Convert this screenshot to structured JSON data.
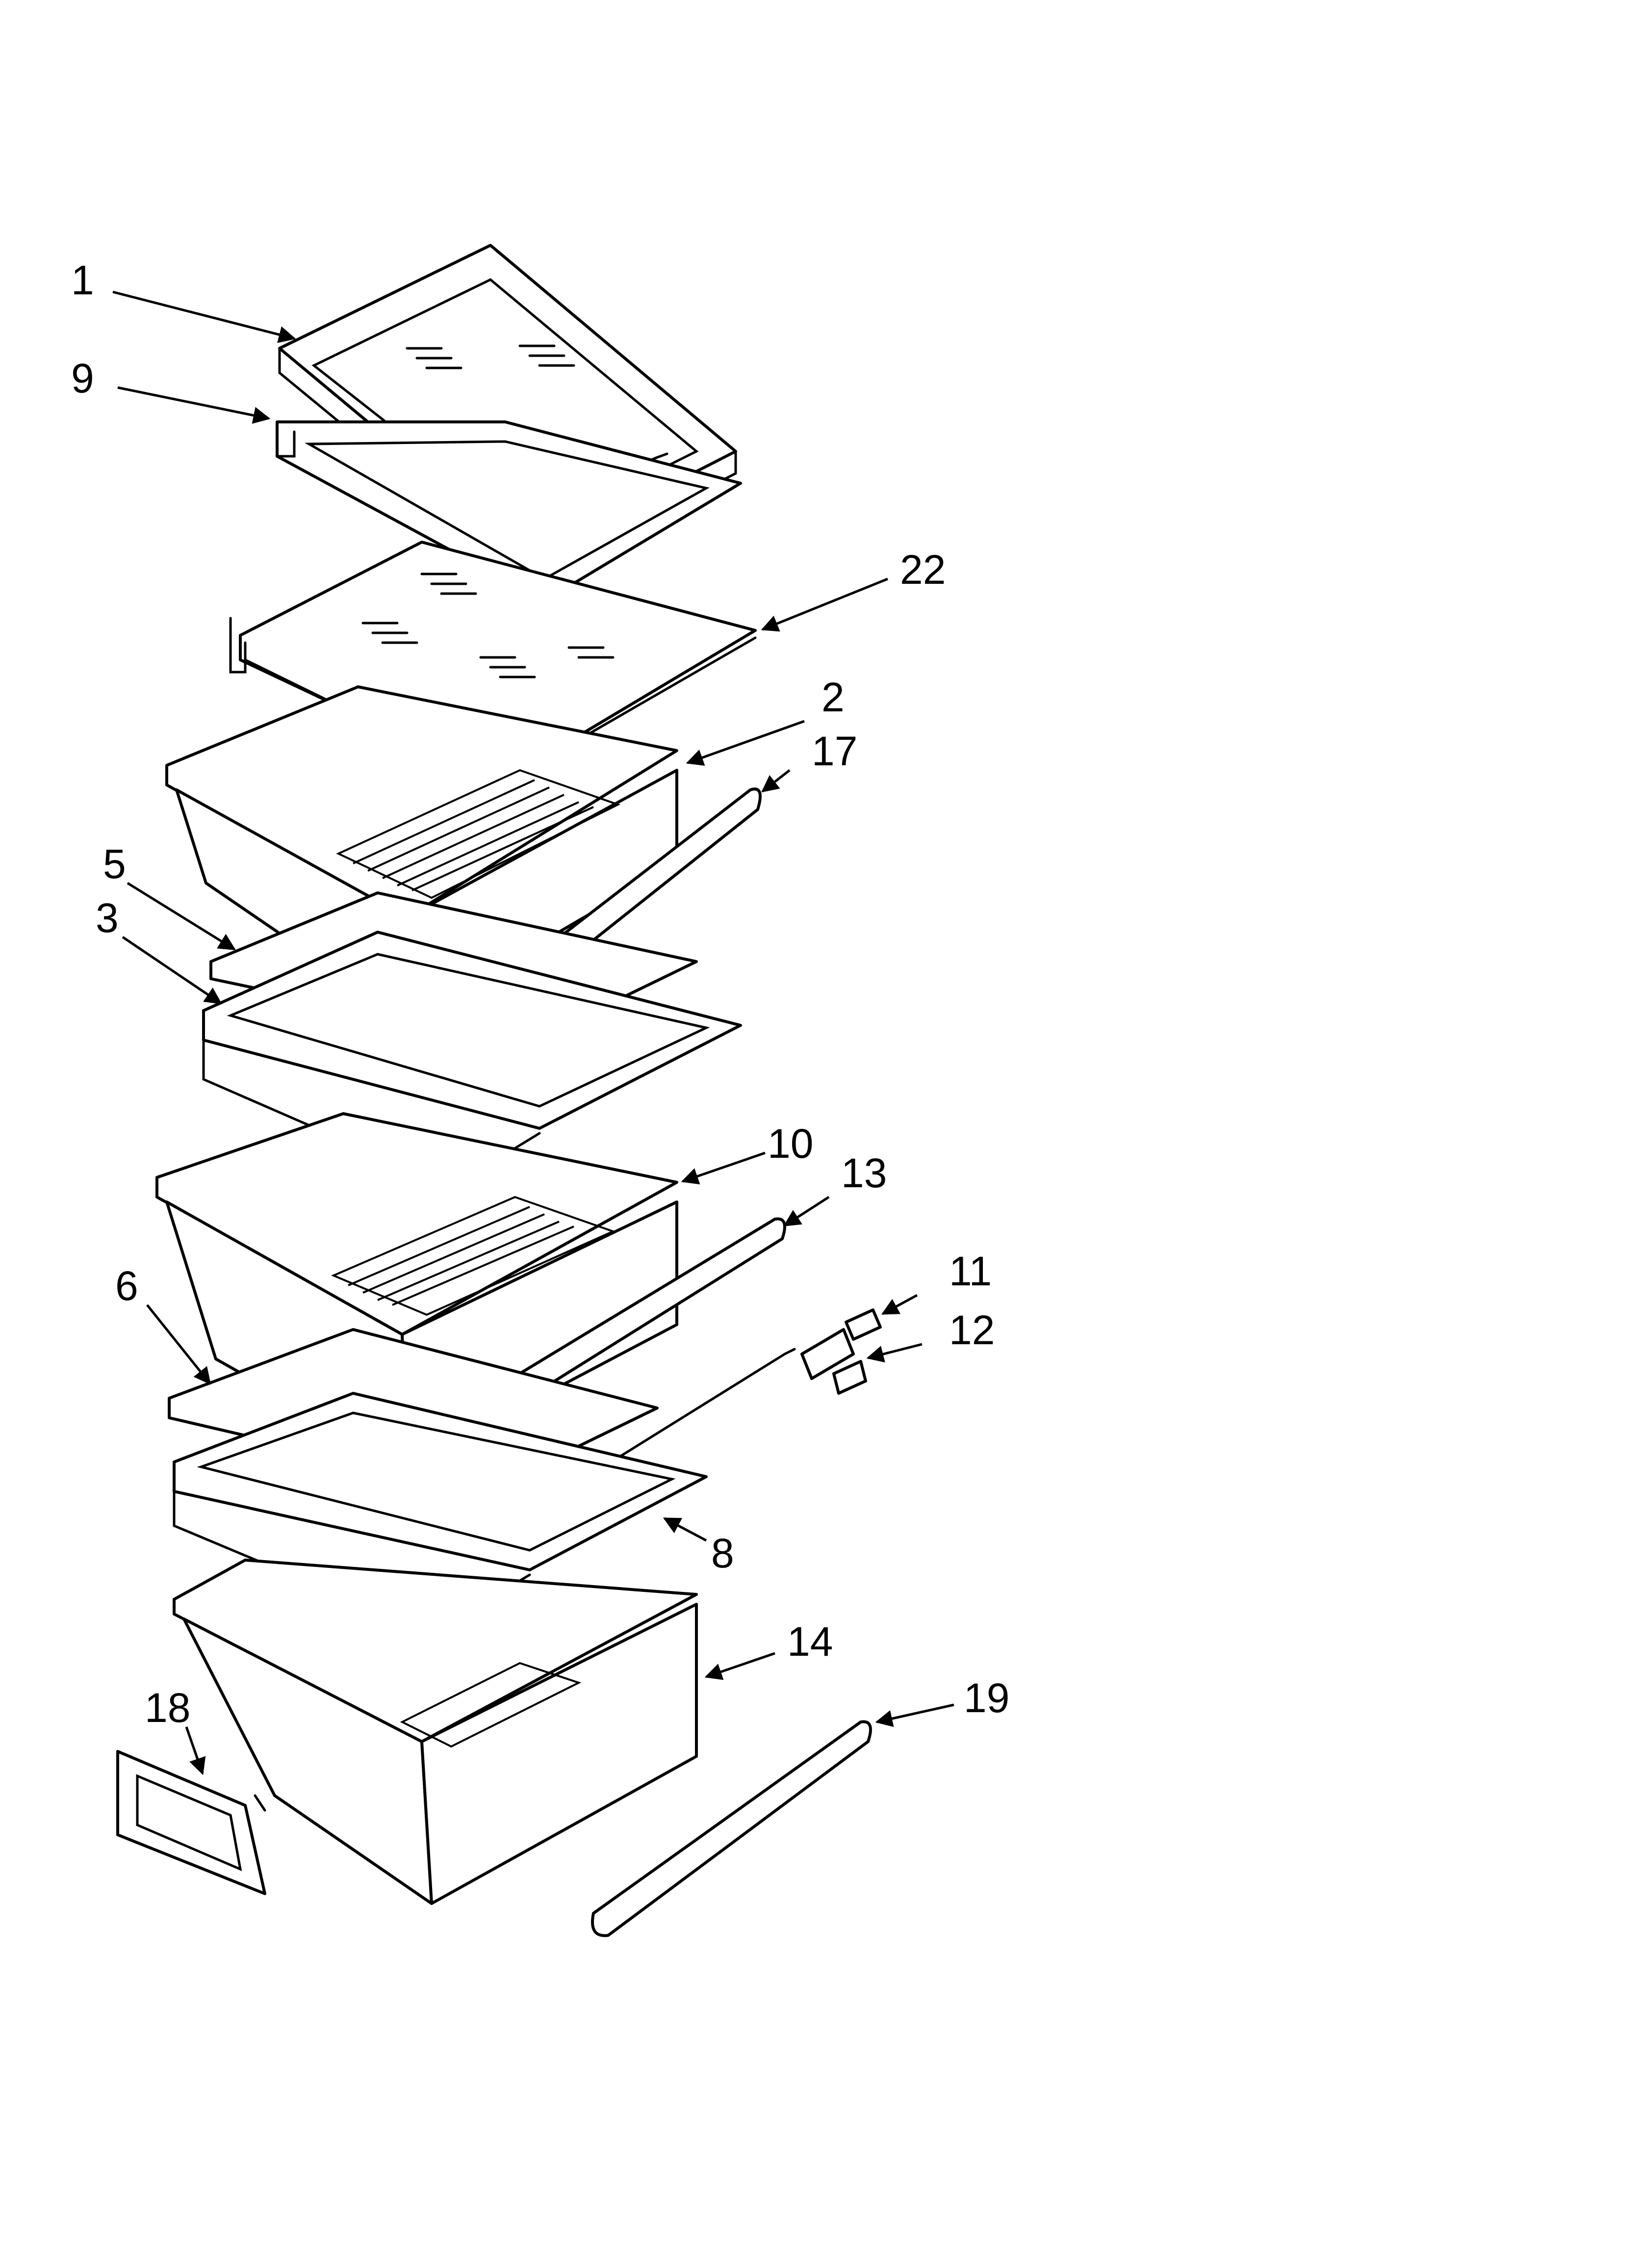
{
  "callouts": [
    {
      "id": "c1",
      "label": "1"
    },
    {
      "id": "c9",
      "label": "9"
    },
    {
      "id": "c22",
      "label": "22"
    },
    {
      "id": "c2",
      "label": "2"
    },
    {
      "id": "c17",
      "label": "17"
    },
    {
      "id": "c5",
      "label": "5"
    },
    {
      "id": "c3",
      "label": "3"
    },
    {
      "id": "c10",
      "label": "10"
    },
    {
      "id": "c13",
      "label": "13"
    },
    {
      "id": "c11",
      "label": "11"
    },
    {
      "id": "c12",
      "label": "12"
    },
    {
      "id": "c6",
      "label": "6"
    },
    {
      "id": "c8",
      "label": "8"
    },
    {
      "id": "c14",
      "label": "14"
    },
    {
      "id": "c18",
      "label": "18"
    },
    {
      "id": "c19",
      "label": "19"
    }
  ]
}
